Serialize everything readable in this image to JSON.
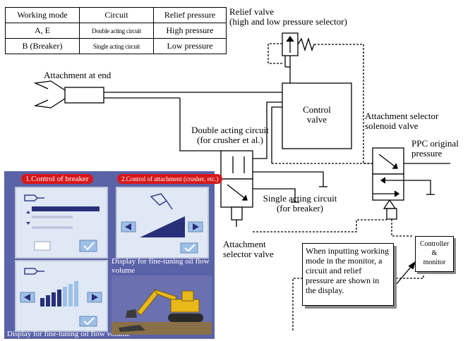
{
  "table": {
    "headers": [
      "Working mode",
      "Circuit",
      "Relief pressure"
    ],
    "rows": [
      [
        "A, E",
        "Double acting circuit",
        "High pressure"
      ],
      [
        "B (Breaker)",
        "Single acting circuit",
        "Low pressure"
      ]
    ]
  },
  "labels": {
    "relief_valve_1": "Relief valve",
    "relief_valve_2": "(high and low pressure selector)",
    "attachment_at_end": "Attachment at end",
    "control_valve_1": "Control",
    "control_valve_2": "valve",
    "solenoid_1": "Attachment selector",
    "solenoid_2": "solenoid valve",
    "ppc_1": "PPC original",
    "ppc_2": "pressure",
    "double_acting_1": "Double acting circuit",
    "double_acting_2": "(for crusher et al.)",
    "single_acting_1": "Single acting circuit",
    "single_acting_2": "(for breaker)",
    "selector_valve_1": "Attachment",
    "selector_valve_2": "selector valve",
    "controller_1": "Controller",
    "controller_2": "&",
    "controller_3": "monitor",
    "note": "When inputting working mode in the monitor, a circuit and relief pressure are shown in the display."
  },
  "panel": {
    "tab1": "1.Control of breaker",
    "tab2": "2.Control of attachment (crusher, etc.)",
    "caption_right": "Display for fine-tuning oil flow volume",
    "caption_bottom": "Display for fine-tuning oil flow volume"
  },
  "colors": {
    "panel_bg": "#5a63a8",
    "tag_red": "#d8181a",
    "screen_bg": "#dfe8f4",
    "bar_dark": "#2a2f7a",
    "excavator_yellow": "#e8b81a"
  }
}
